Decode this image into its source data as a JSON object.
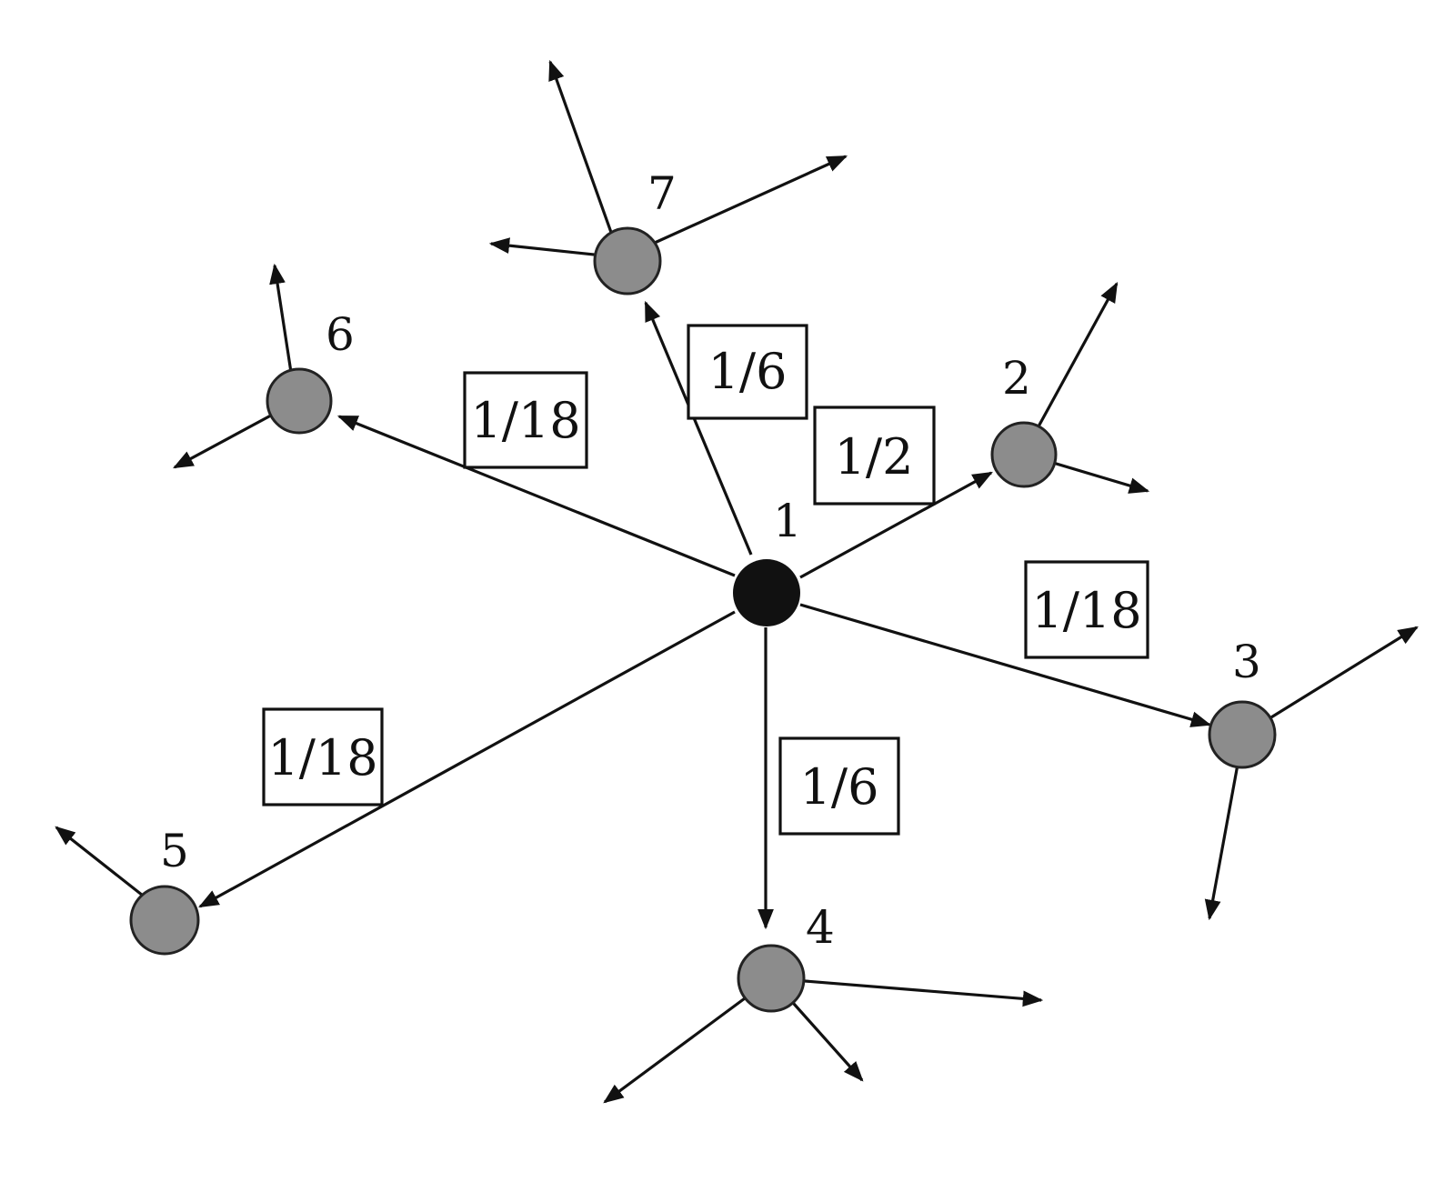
{
  "nodes": [
    {
      "id": "1",
      "label": "1",
      "role": "hub"
    },
    {
      "id": "2",
      "label": "2",
      "role": "peer"
    },
    {
      "id": "3",
      "label": "3",
      "role": "peer"
    },
    {
      "id": "4",
      "label": "4",
      "role": "peer"
    },
    {
      "id": "5",
      "label": "5",
      "role": "peer"
    },
    {
      "id": "6",
      "label": "6",
      "role": "peer"
    },
    {
      "id": "7",
      "label": "7",
      "role": "peer"
    }
  ],
  "edges": [
    {
      "from": "1",
      "to": "2",
      "label": "1/2"
    },
    {
      "from": "1",
      "to": "3",
      "label": "1/18"
    },
    {
      "from": "1",
      "to": "4",
      "label": "1/6"
    },
    {
      "from": "1",
      "to": "5",
      "label": "1/18"
    },
    {
      "from": "1",
      "to": "6",
      "label": "1/18"
    },
    {
      "from": "1",
      "to": "7",
      "label": "1/6"
    }
  ],
  "colors": {
    "hub_fill": "#111111",
    "peer_fill": "#8c8c8c",
    "line": "#111111",
    "background": "#ffffff"
  }
}
